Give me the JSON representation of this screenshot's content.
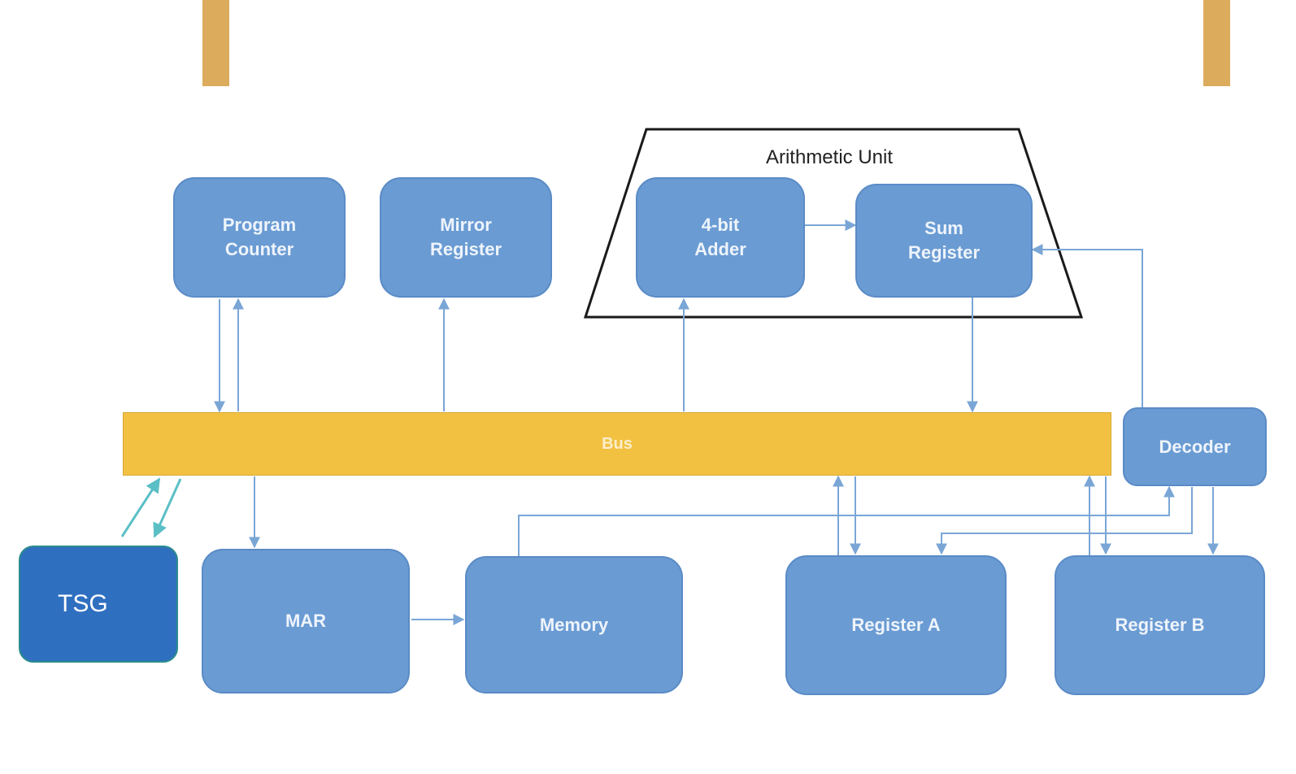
{
  "diagram": {
    "arithmetic_unit": {
      "label": "Arithmetic Unit"
    },
    "blocks": {
      "program_counter": "Program\nCounter",
      "mirror_register": "Mirror\nRegister",
      "adder": "4-bit\nAdder",
      "sum_register": "Sum\nRegister",
      "bus": "Bus",
      "decoder": "Decoder",
      "tsg": "TSG",
      "mar": "MAR",
      "memory": "Memory",
      "register_a": "Register A",
      "register_b": "Register B"
    },
    "colors": {
      "block_fill": "#6a9bd3",
      "bus_fill": "#f2c142",
      "tsg_fill": "#2f6fc0",
      "arrow_line": "#7aa6d6",
      "tsg_arrow": "#5bbfc6",
      "deco_bar": "#dcab5c"
    }
  }
}
